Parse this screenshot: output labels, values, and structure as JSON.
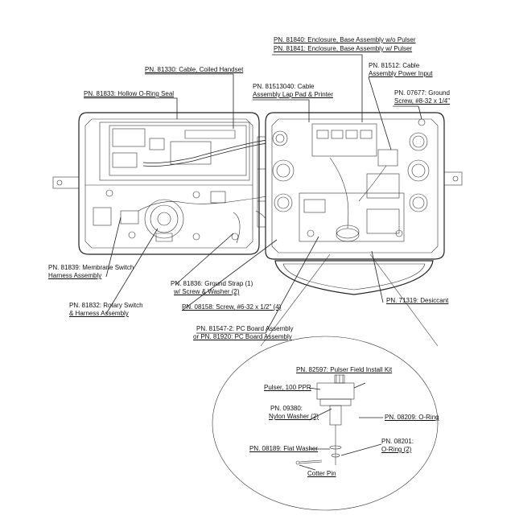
{
  "labels": {
    "base_assembly_wo": "PN. 81840: Enclosure, Base Assembly w/o Pulser",
    "base_assembly_w": "PN. 81841: Enclosure, Base Assembly w/ Pulser",
    "coiled_handset": "PN. 81330: Cable, Coiled Handset",
    "cable_power_1": "PN. 81512: Cable",
    "cable_power_2": "Assembly Power Input",
    "lap_pad_1": "PN. 81513040: Cable",
    "lap_pad_2": "Assembly Lap Pad & Printer",
    "ground_screw_1": "PN. 07677: Ground",
    "ground_screw_2": "Screw, #8-32 x 1/4\"",
    "oring_seal": "PN. 81833: Hollow O-Ring Seal",
    "membrane_1": "PN. 81839: Membrane Switch",
    "membrane_2": "Harness Assembly",
    "ground_strap_1": "PN. 81836: Ground Strap (1)",
    "ground_strap_2": "w/ Screw & Washer (2)",
    "rotary_1": "PN. 81832: Rotary Switch",
    "rotary_2": "& Harness Assembly",
    "screw": "PN. 08158: Screw, #6-32 x 1/2\" (4)",
    "desiccant": "PN. 71319: Desiccant",
    "pc_board_1": "PN. 81547-2: PC Board Assembly",
    "pc_board_2": "or PN. 81920: PC Board Assembly",
    "pulser_kit": "PN. 82597: Pulser Field Install Kit",
    "pulser": "Pulser, 100 PPR",
    "nylon_washer_1": "PN. 09380:",
    "nylon_washer_2": "Nylon Washer (2)",
    "oring_08209": "PN. 08209: O-Ring",
    "oring_08201_1": "PN. 08201:",
    "oring_08201_2": "O-Ring (2)",
    "flat_washer": "PN. 08189: Flat Washer",
    "cotter_pin": "Cotter Pin"
  }
}
